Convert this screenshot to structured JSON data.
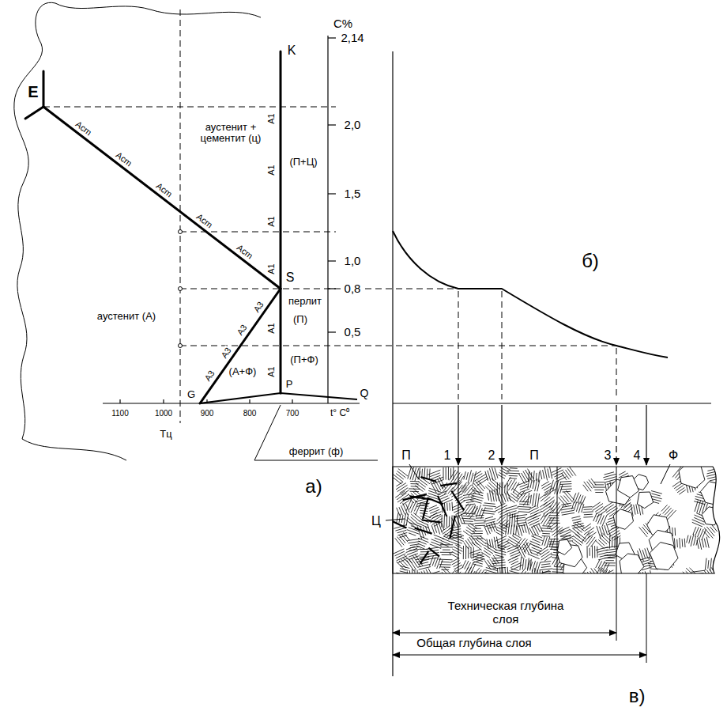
{
  "diagram": {
    "labels": [
      "E",
      "K",
      "C%",
      "2,14",
      "2,0",
      "1,5",
      "1,0",
      "0,8",
      "0,5",
      "аустенит + цементит (ц)",
      "(П+Ц)",
      "Acm",
      "Acm",
      "Acm",
      "Acm",
      "Acm",
      "A1",
      "A1",
      "A1",
      "A1",
      "A1",
      "A1",
      "A3",
      "A3",
      "A3",
      "A3",
      "S",
      "перлит",
      "(П)",
      "аустенит (А)",
      "(А+Ф)",
      "(П+Ф)",
      "P",
      "Q",
      "G",
      "1100",
      "1000",
      "900",
      "800",
      "700",
      "t° C⁰",
      "Tц",
      "феррит (ф)",
      "а)",
      "б)",
      "П",
      "1",
      "2",
      "П",
      "3",
      "4",
      "Ф",
      "Ц",
      "Техническая глубина слоя",
      "Общая глубина слоя",
      "в)"
    ]
  }
}
